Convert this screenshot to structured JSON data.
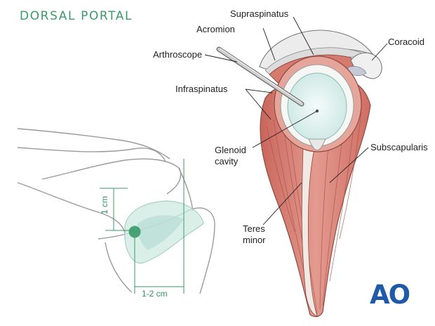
{
  "title": "DORSAL PORTAL",
  "labels": {
    "supraspinatus": "Supraspinatus",
    "acromion": "Acromion",
    "coracoid": "Coracoid",
    "arthroscope": "Arthroscope",
    "infraspinatus": "Infraspinatus",
    "glenoid_line1": "Glenoid",
    "glenoid_line2": "cavity",
    "subscapularis": "Subscapularis",
    "teres_line1": "Teres",
    "teres_line2": "minor"
  },
  "dimensions": {
    "vertical": "1 cm",
    "horizontal": "1-2 cm"
  },
  "logo": "AO",
  "colors": {
    "accent_green": "#3a9a6a",
    "muscle": "#d97b70",
    "logo_blue": "#1f5aa8"
  }
}
